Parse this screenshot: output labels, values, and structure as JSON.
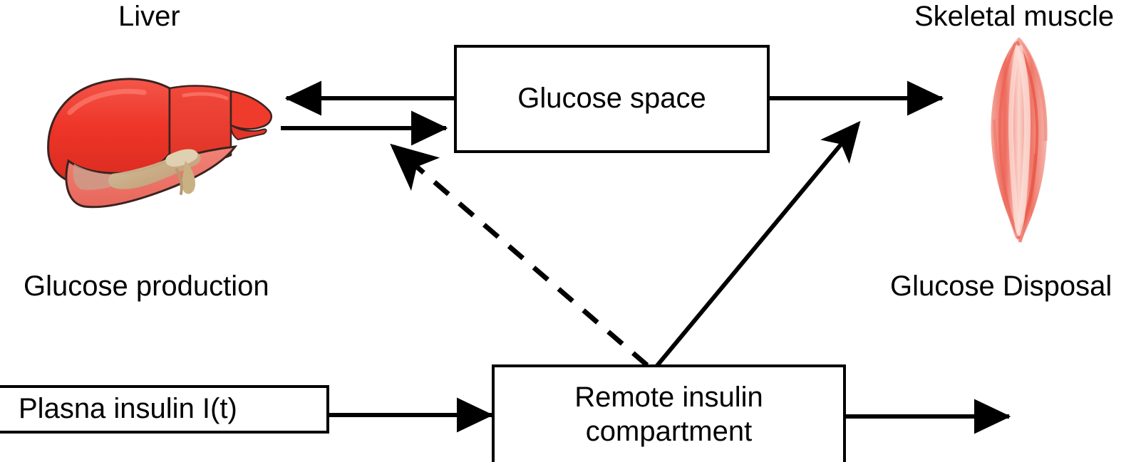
{
  "diagram": {
    "title_implicit": "Glucose-insulin minimal model schematic",
    "background": "#ffffff",
    "stroke_color": "#000000",
    "organ_color_primary": "#ef3b2c",
    "organ_color_secondary": "#f2968c",
    "gallbladder_color": "#cbb089"
  },
  "labels": {
    "liver": "Liver",
    "skeletal_muscle": "Skeletal muscle",
    "glucose_production": "Glucose production",
    "glucose_disposal": "Glucose Disposal"
  },
  "nodes": {
    "glucose_space": {
      "text": "Glucose space"
    },
    "remote_insulin": {
      "text": "Remote insulin\ncompartment"
    },
    "plasma_insulin": {
      "text": "Plasna insulin I(t)"
    }
  },
  "organs": {
    "liver": {
      "name": "liver-illustration"
    },
    "muscle": {
      "name": "skeletal-muscle-illustration"
    }
  },
  "arrows": [
    {
      "name": "glucose-space-to-liver",
      "style": "solid",
      "direction": "left"
    },
    {
      "name": "liver-to-glucose-space",
      "style": "solid",
      "direction": "right"
    },
    {
      "name": "glucose-space-to-muscle",
      "style": "solid",
      "direction": "right"
    },
    {
      "name": "remote-insulin-to-glucose-production",
      "style": "dashed",
      "direction": "up-left"
    },
    {
      "name": "remote-insulin-to-muscle",
      "style": "solid",
      "direction": "up-right"
    },
    {
      "name": "plasma-insulin-to-remote-insulin",
      "style": "solid",
      "direction": "right"
    },
    {
      "name": "remote-insulin-output",
      "style": "solid",
      "direction": "right"
    }
  ]
}
